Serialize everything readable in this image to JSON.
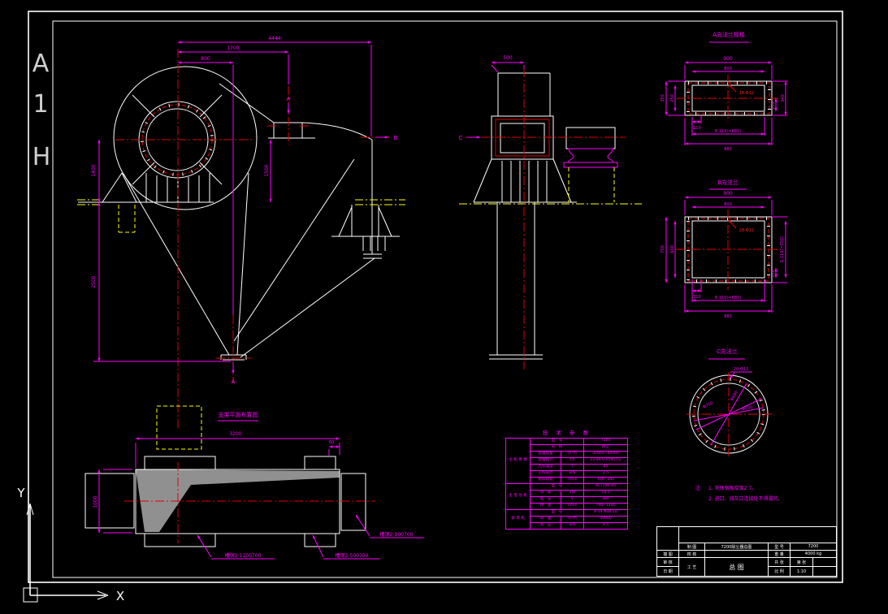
{
  "frame": {
    "zone_a": "A",
    "zone_1": "1",
    "zone_h": "H"
  },
  "ucs": {
    "x_label": "X",
    "y_label": "Y"
  },
  "front_view": {
    "dim_overall": "4444",
    "dim_mid": "1700",
    "dim_inner": "800",
    "dim_left_upper": "1400",
    "dim_left_lower": "2500",
    "dim_center": "1500",
    "section_a_top": "A",
    "section_a_bottom": "A",
    "section_b": "B"
  },
  "side_view": {
    "dim_top": "500",
    "section_c": "C"
  },
  "plan_view": {
    "title": "支架平面布置图",
    "dim_width": "3200",
    "dim_offset": "60",
    "dim_depth": "1000",
    "leader_1": "槽钢2-1100700",
    "leader_2": "槽钢2-500700",
    "leader_3": "槽钢2-900700"
  },
  "flange_a": {
    "title": "A向法兰规格",
    "dim_900": "900",
    "dim_800": "800",
    "dim_350": "350",
    "dim_250": "250",
    "dim_110_right": "110",
    "dim_340": "340",
    "dim_110_bottom": "110",
    "dim_pitch": "8-110(=880)",
    "dim_880": "880",
    "hole_label": "18-Φ12"
  },
  "flange_b": {
    "title": "B向法兰",
    "dim_900": "900",
    "dim_800": "800",
    "dim_700": "700",
    "dim_600": "600",
    "dim_110_right": "110",
    "dim_side_pitch": "6-110(=550)",
    "dim_110_bottom": "110",
    "dim_pitch": "8-110(=880)",
    "dim_880": "880",
    "hole_label": "28-Φ12"
  },
  "flange_c": {
    "title": "C向法兰",
    "hole_label": "20-Φ12",
    "dia_1": "Φ750",
    "dia_2": "Φ690",
    "dia_3": "Φ700"
  },
  "tech_table": {
    "title": "技 术 参 数",
    "groups": [
      "主 机 参 数",
      "主 电 动 机",
      "排 风 机"
    ],
    "rows": [
      {
        "name": "型　号",
        "unit": "",
        "value": "7200"
      },
      {
        "name": "名　称",
        "unit": "",
        "value": "除尘"
      },
      {
        "name": "处理风量",
        "unit": "m³/h",
        "value": "30000~90000"
      },
      {
        "name": "处理能力",
        "unit": "t/h",
        "value": "13-84-0.05M(75)"
      },
      {
        "name": "允许温度",
        "unit": "℃",
        "value": "80"
      },
      {
        "name": "工作压力",
        "unit": "kPa",
        "value": "2.5"
      },
      {
        "name": "锁风转速",
        "unit": "r/min",
        "value": "100~240"
      },
      {
        "name": "型　号",
        "unit": "",
        "value": "YCT200-4A"
      },
      {
        "name": "功　率",
        "unit": "kW",
        "value": "18.5"
      },
      {
        "name": "电　压",
        "unit": "V",
        "value": "380"
      },
      {
        "name": "转　速",
        "unit": "r/min",
        "value": "790~1180"
      },
      {
        "name": "型　号",
        "unit": "",
        "value": "9-19 No8.5D"
      },
      {
        "name": "风　量",
        "unit": "m³/h",
        "value": "40000"
      },
      {
        "name": "风　压",
        "unit": "kPa",
        "value": "4.5"
      }
    ]
  },
  "notes": {
    "mark": "注",
    "line_1": "1. 壳体钢板厚度2.7。",
    "line_2": "2. 进口、排灰口连接处不得漏风。"
  },
  "title_block": {
    "drawing_title": "7200除尘器总图",
    "sheet_name": "总 图",
    "labels": {
      "draw": "制 图",
      "trace": "描 图",
      "check": "审 核",
      "date": "日 期",
      "verify": "校 核",
      "process": "工 艺",
      "model": "型 号",
      "weight": "重 量",
      "sheets": "共 张",
      "sheet_no": "第 张",
      "scale": "比 例"
    },
    "values": {
      "model": "7200",
      "weight": "4000 kg",
      "scale": "1:10"
    }
  }
}
